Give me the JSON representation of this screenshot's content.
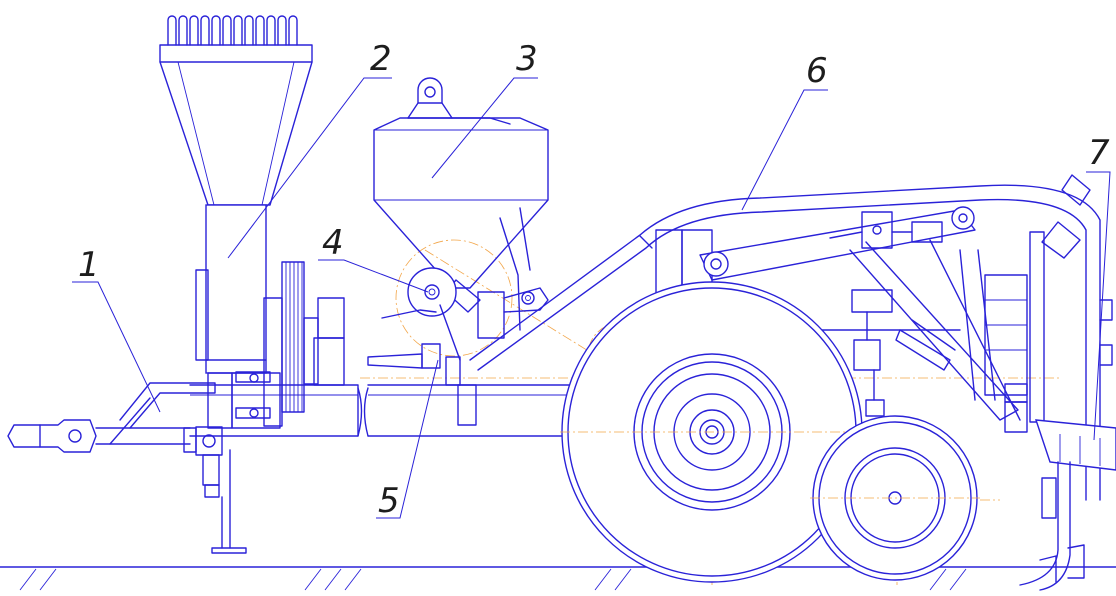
{
  "drawing": {
    "colors": {
      "line": "#2a22d8",
      "axis": "#f2a64a",
      "label": "#1d1d1d",
      "background": "#ffffff"
    },
    "callouts": [
      {
        "id": "1",
        "label": "1"
      },
      {
        "id": "2",
        "label": "2"
      },
      {
        "id": "3",
        "label": "3"
      },
      {
        "id": "4",
        "label": "4"
      },
      {
        "id": "5",
        "label": "5"
      },
      {
        "id": "6",
        "label": "6"
      },
      {
        "id": "7",
        "label": "7"
      }
    ]
  }
}
